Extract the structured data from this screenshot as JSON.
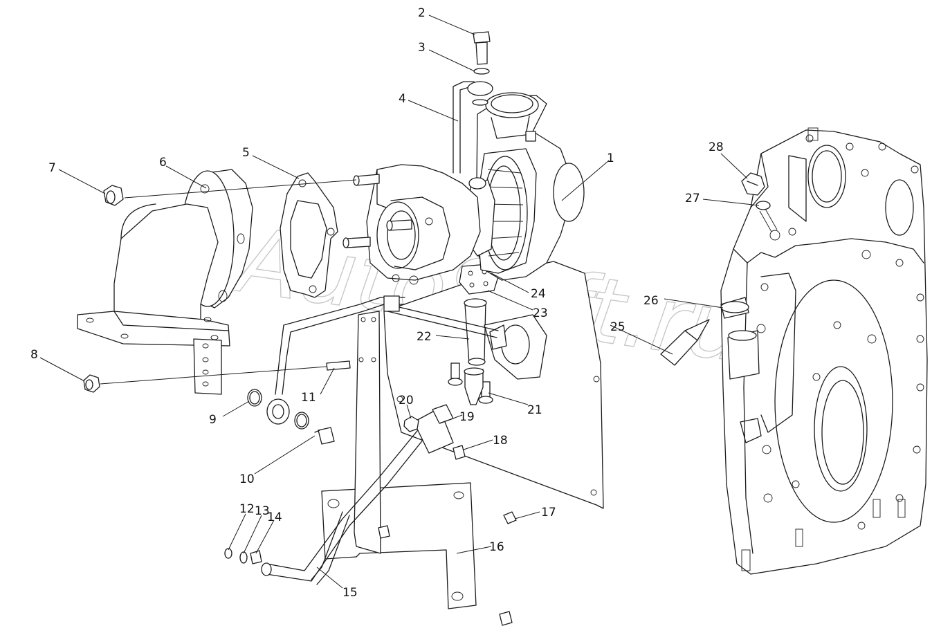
{
  "watermark": "AutoSoft.ru",
  "callouts": [
    {
      "id": "1",
      "label": "1"
    },
    {
      "id": "2",
      "label": "2"
    },
    {
      "id": "3",
      "label": "3"
    },
    {
      "id": "4",
      "label": "4"
    },
    {
      "id": "5",
      "label": "5"
    },
    {
      "id": "6",
      "label": "6"
    },
    {
      "id": "7",
      "label": "7"
    },
    {
      "id": "8",
      "label": "8"
    },
    {
      "id": "9",
      "label": "9"
    },
    {
      "id": "10",
      "label": "10"
    },
    {
      "id": "11",
      "label": "11"
    },
    {
      "id": "12",
      "label": "12"
    },
    {
      "id": "13",
      "label": "13"
    },
    {
      "id": "14",
      "label": "14"
    },
    {
      "id": "15",
      "label": "15"
    },
    {
      "id": "16",
      "label": "16"
    },
    {
      "id": "17",
      "label": "17"
    },
    {
      "id": "18",
      "label": "18"
    },
    {
      "id": "19",
      "label": "19"
    },
    {
      "id": "20",
      "label": "20"
    },
    {
      "id": "21",
      "label": "21"
    },
    {
      "id": "22",
      "label": "22"
    },
    {
      "id": "23",
      "label": "23"
    },
    {
      "id": "24",
      "label": "24"
    },
    {
      "id": "25",
      "label": "25"
    },
    {
      "id": "26",
      "label": "26"
    },
    {
      "id": "27",
      "label": "27"
    },
    {
      "id": "28",
      "label": "28"
    }
  ],
  "colors": {
    "line": "#1a1a1a",
    "background": "#ffffff",
    "watermark": "#9a9a9a"
  }
}
